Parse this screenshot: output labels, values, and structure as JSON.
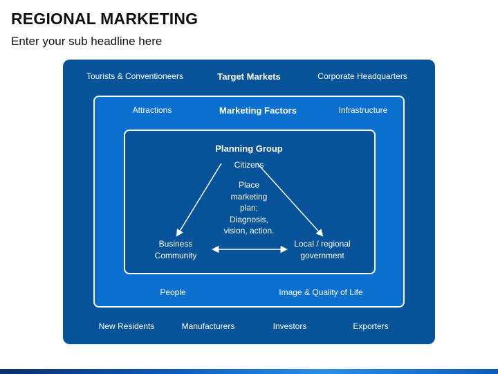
{
  "header": {
    "title": "REGIONAL MARKETING",
    "subtitle": "Enter your sub headline here"
  },
  "colors": {
    "outer": "#06539a",
    "middle": "#0b6fcf",
    "inner": "#06539a",
    "text": "#ffffff"
  },
  "outer": {
    "top_left": "Tourists & Conventioneers",
    "heading": "Target Markets",
    "top_right": "Corporate Headquarters",
    "bottom": [
      "New Residents",
      "Manufacturers",
      "Investors",
      "Exporters"
    ]
  },
  "middle": {
    "top_left": "Attractions",
    "heading": "Marketing Factors",
    "top_right": "Infrastructure",
    "bottom_left": "People",
    "bottom_right": "Image & Quality of Life"
  },
  "inner": {
    "heading": "Planning Group",
    "top": "Citizens",
    "center": "Place\nmarketing\nplan;\nDiagnosis,\nvision, action.",
    "bottom_left": "Business\nCommunity",
    "bottom_right": "Local / regional\ngovernment"
  }
}
